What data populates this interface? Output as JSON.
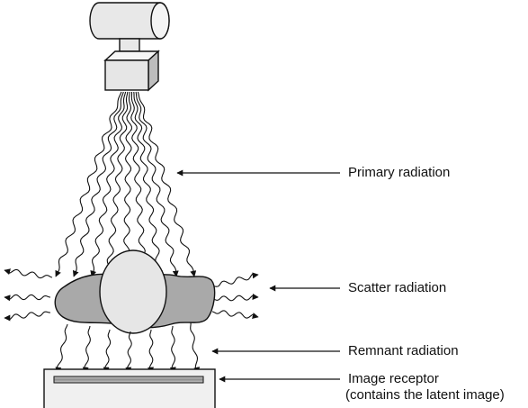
{
  "labels": {
    "primary": "Primary radiation",
    "scatter": "Scatter radiation",
    "remnant": "Remnant radiation",
    "receptor": "Image receptor",
    "receptor_sub": "(contains the latent image)"
  },
  "colors": {
    "stroke": "#111111",
    "tube_fill": "#e8e8e8",
    "patient_fill": "#a9a9a9",
    "head_fill": "#e6e6e6",
    "receptor_fill": "#f0f0f0"
  }
}
